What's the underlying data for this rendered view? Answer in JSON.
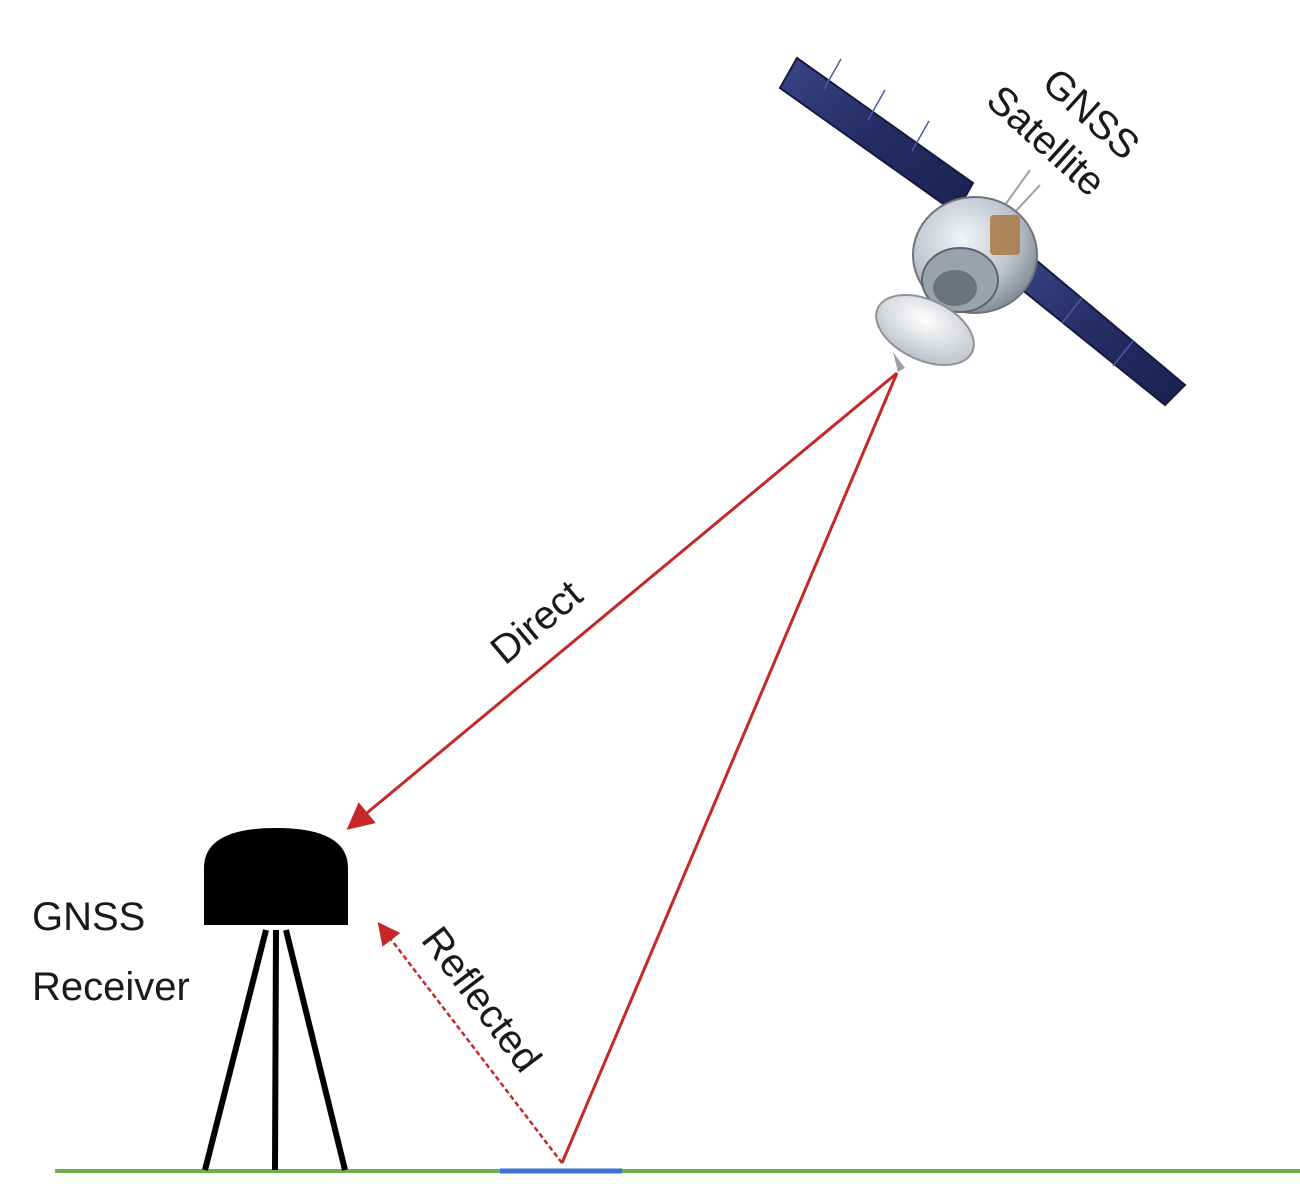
{
  "labels": {
    "satellite": {
      "line1": "GNSS",
      "line2": "Satellite"
    },
    "receiver": {
      "line1": "GNSS",
      "line2": "Receiver"
    },
    "direct": "Direct",
    "reflected": "Reflected"
  },
  "colors": {
    "signal": "#c62828",
    "ground": "#6ab04c",
    "reflection_patch": "#3f6fd8",
    "solar_panel": "#26306b",
    "satellite_body": "#c9ced6",
    "receiver": "#000000"
  },
  "icons": [
    "satellite-icon",
    "receiver-antenna-icon",
    "tripod-icon"
  ]
}
